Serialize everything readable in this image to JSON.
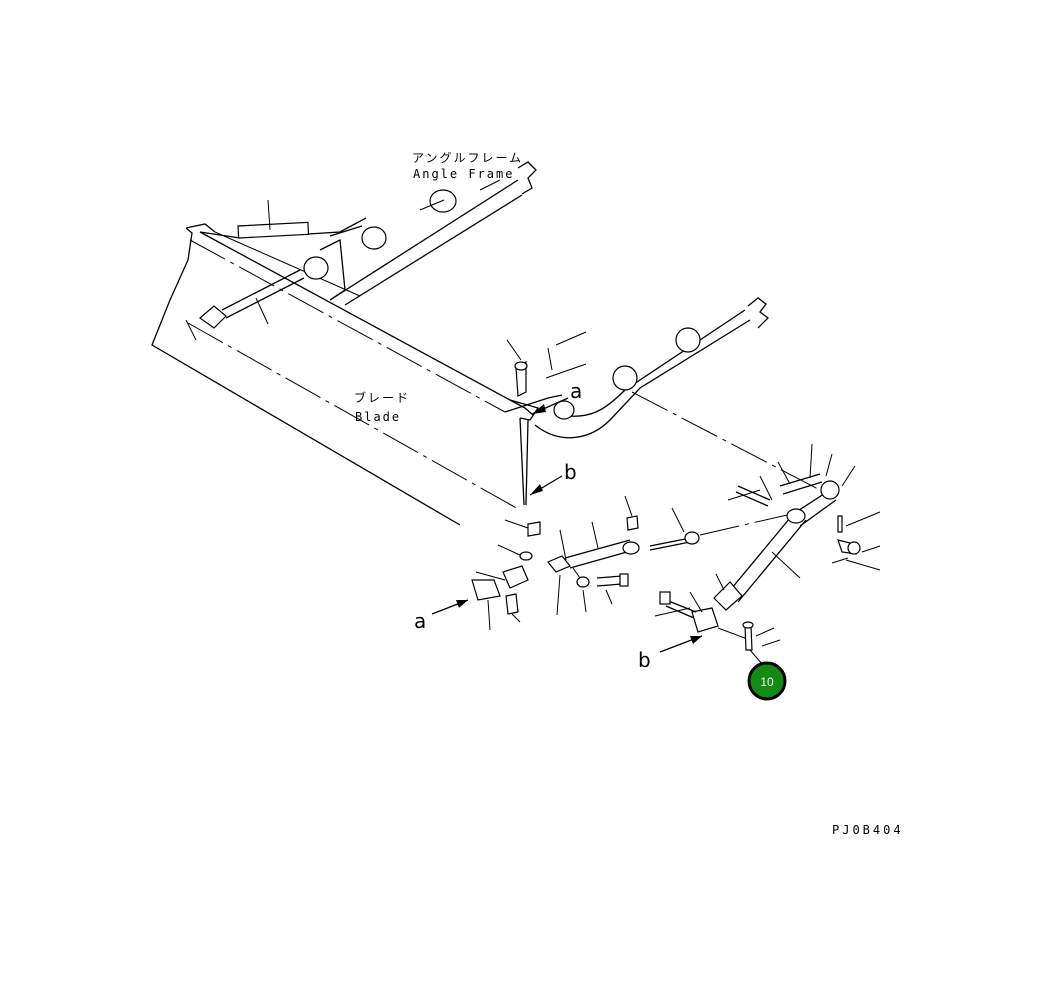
{
  "labels": {
    "angle_frame_jp": "アングルフレーム",
    "angle_frame_en": "Angle Frame",
    "blade_jp": "ブレード",
    "blade_en": "Blade",
    "ref_a": "a",
    "ref_b": "b"
  },
  "callout": {
    "number": "10",
    "color": "#138a13",
    "border_color": "#000000"
  },
  "drawing_code": "PJ0B404"
}
